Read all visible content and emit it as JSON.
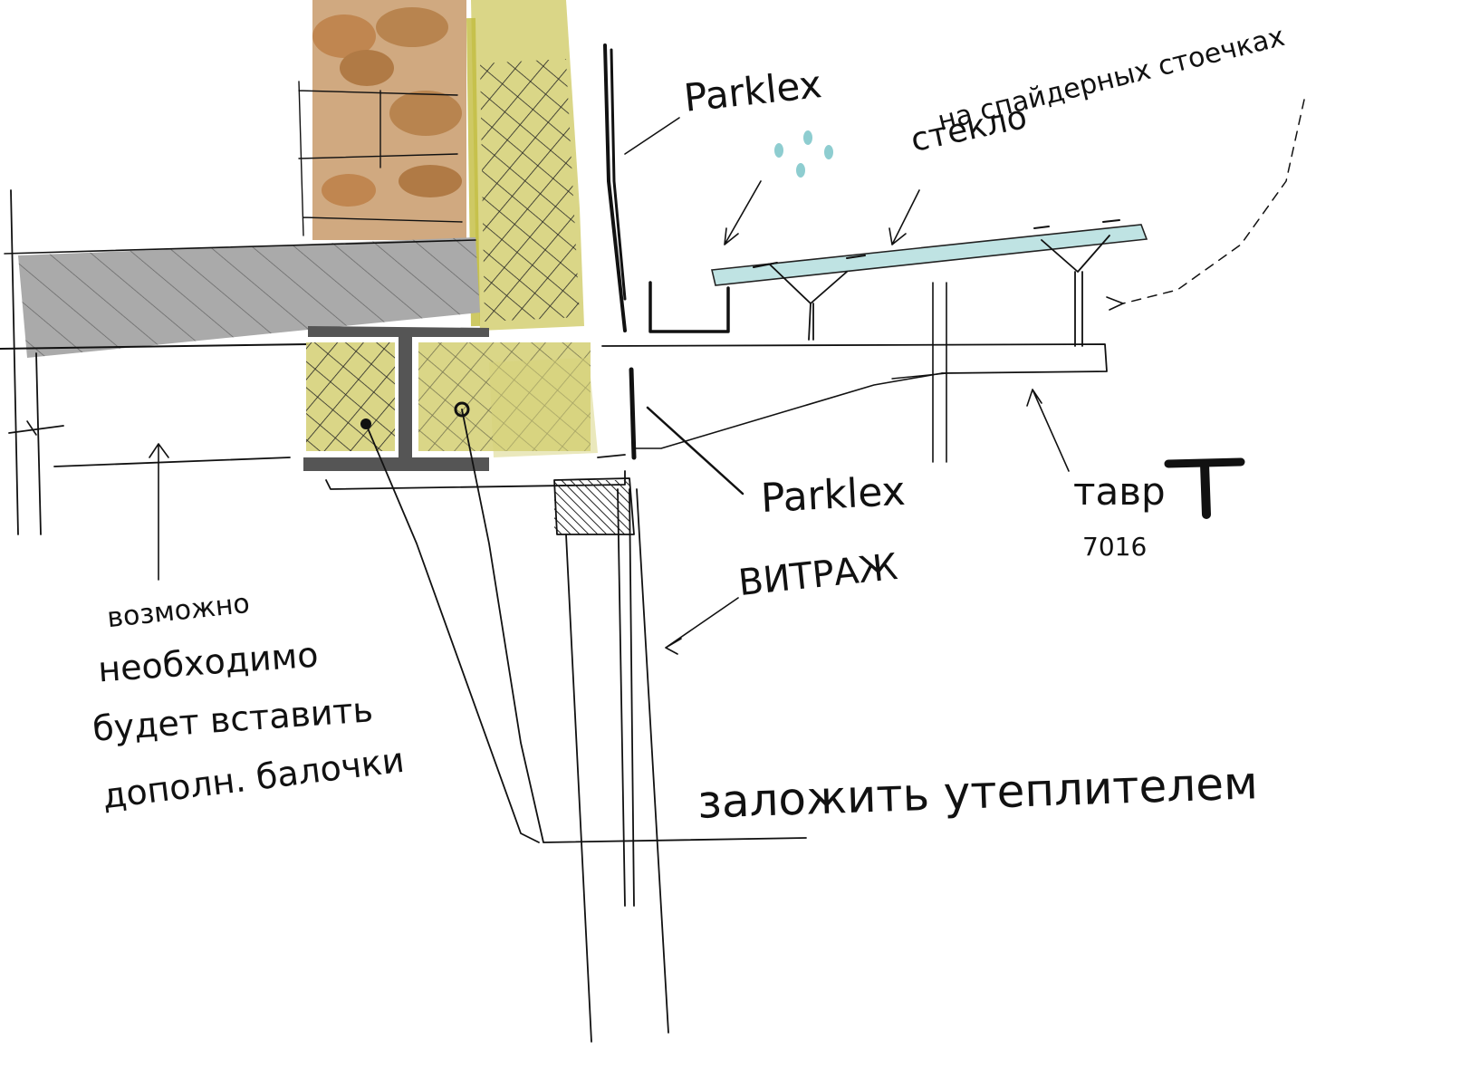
{
  "labels": {
    "parklex_top": "Parklex",
    "glass_line1": "стекло",
    "glass_line2": "на спайдерных стоечках",
    "parklex_mid": "Parklex",
    "tee_beam": "тавр",
    "tee_symbol": "T",
    "ral_code": "7016",
    "curtain_wall": "ВИТРАЖ",
    "fill_insulation": "заложить утеплителем",
    "note_line1": "возможно",
    "note_line2": "необходимо",
    "note_line3": "будет вставить",
    "note_line4": "дополн. балочки"
  },
  "colors": {
    "brick": "#c89a6a",
    "brick_dark": "#b8844f",
    "insulation": "#d6d27a",
    "insulation_dark": "#c2bc3e",
    "slab": "#aaaaaa",
    "beam": "#555555",
    "glass": "#bfe3e3",
    "water": "#8ecdd0",
    "ink": "#111111"
  }
}
